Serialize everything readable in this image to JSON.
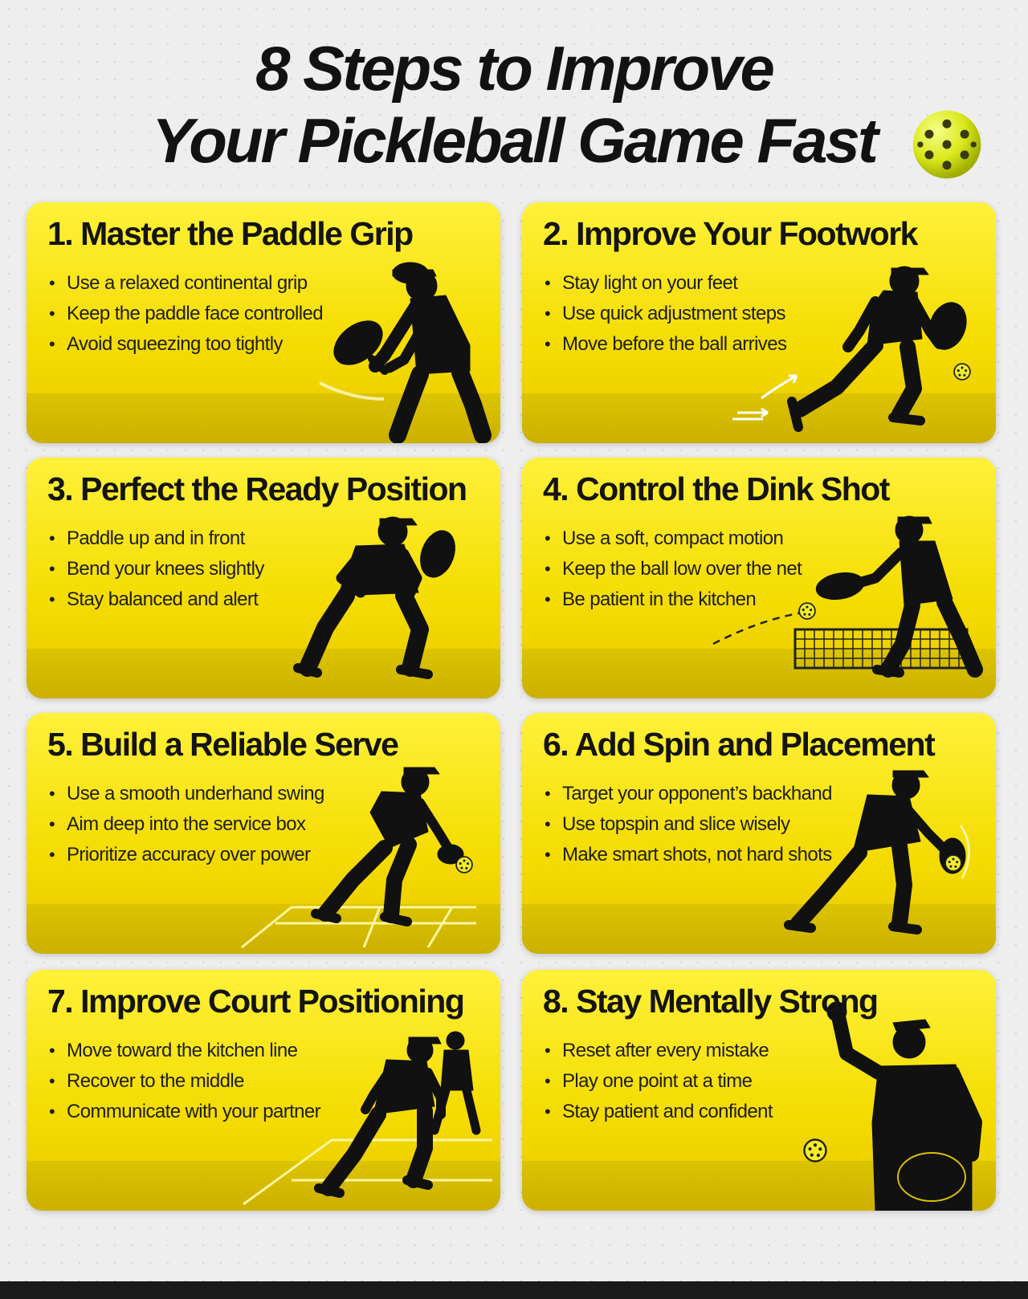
{
  "title": {
    "line1": "8 Steps to Improve",
    "line2": "Your Pickleball Game Fast",
    "icon": "pickleball-icon"
  },
  "colors": {
    "card": "#f7e21a",
    "floor": "#d8be00",
    "silhouette": "#111111",
    "background": "#eeeeee"
  },
  "steps": [
    {
      "title": "1. Master the Paddle Grip",
      "bullets": [
        "Use a relaxed continental grip",
        "Keep the paddle face controlled",
        "Avoid squeezing too tightly"
      ]
    },
    {
      "title": "2. Improve Your Footwork",
      "bullets": [
        "Stay light on your feet",
        "Use quick adjustment steps",
        "Move before the ball arrives"
      ]
    },
    {
      "title": "3. Perfect the Ready Position",
      "bullets": [
        "Paddle up and in front",
        "Bend your knees slightly",
        "Stay balanced and alert"
      ]
    },
    {
      "title": "4. Control the Dink Shot",
      "bullets": [
        "Use a soft, compact motion",
        "Keep the ball low over the net",
        "Be patient in the kitchen"
      ]
    },
    {
      "title": "5. Build a Reliable Serve",
      "bullets": [
        "Use a smooth underhand swing",
        "Aim deep into the service box",
        "Prioritize accuracy over power"
      ]
    },
    {
      "title": "6. Add Spin and Placement",
      "bullets": [
        "Target your opponent’s backhand",
        "Use topspin and slice wisely",
        "Make smart shots, not hard shots"
      ]
    },
    {
      "title": "7. Improve Court Positioning",
      "bullets": [
        "Move toward the kitchen line",
        "Recover to the middle",
        "Communicate with your partner"
      ]
    },
    {
      "title": "8. Stay Mentally Strong",
      "bullets": [
        "Reset after every mistake",
        "Play one point at a time",
        "Stay patient and confident"
      ]
    }
  ]
}
